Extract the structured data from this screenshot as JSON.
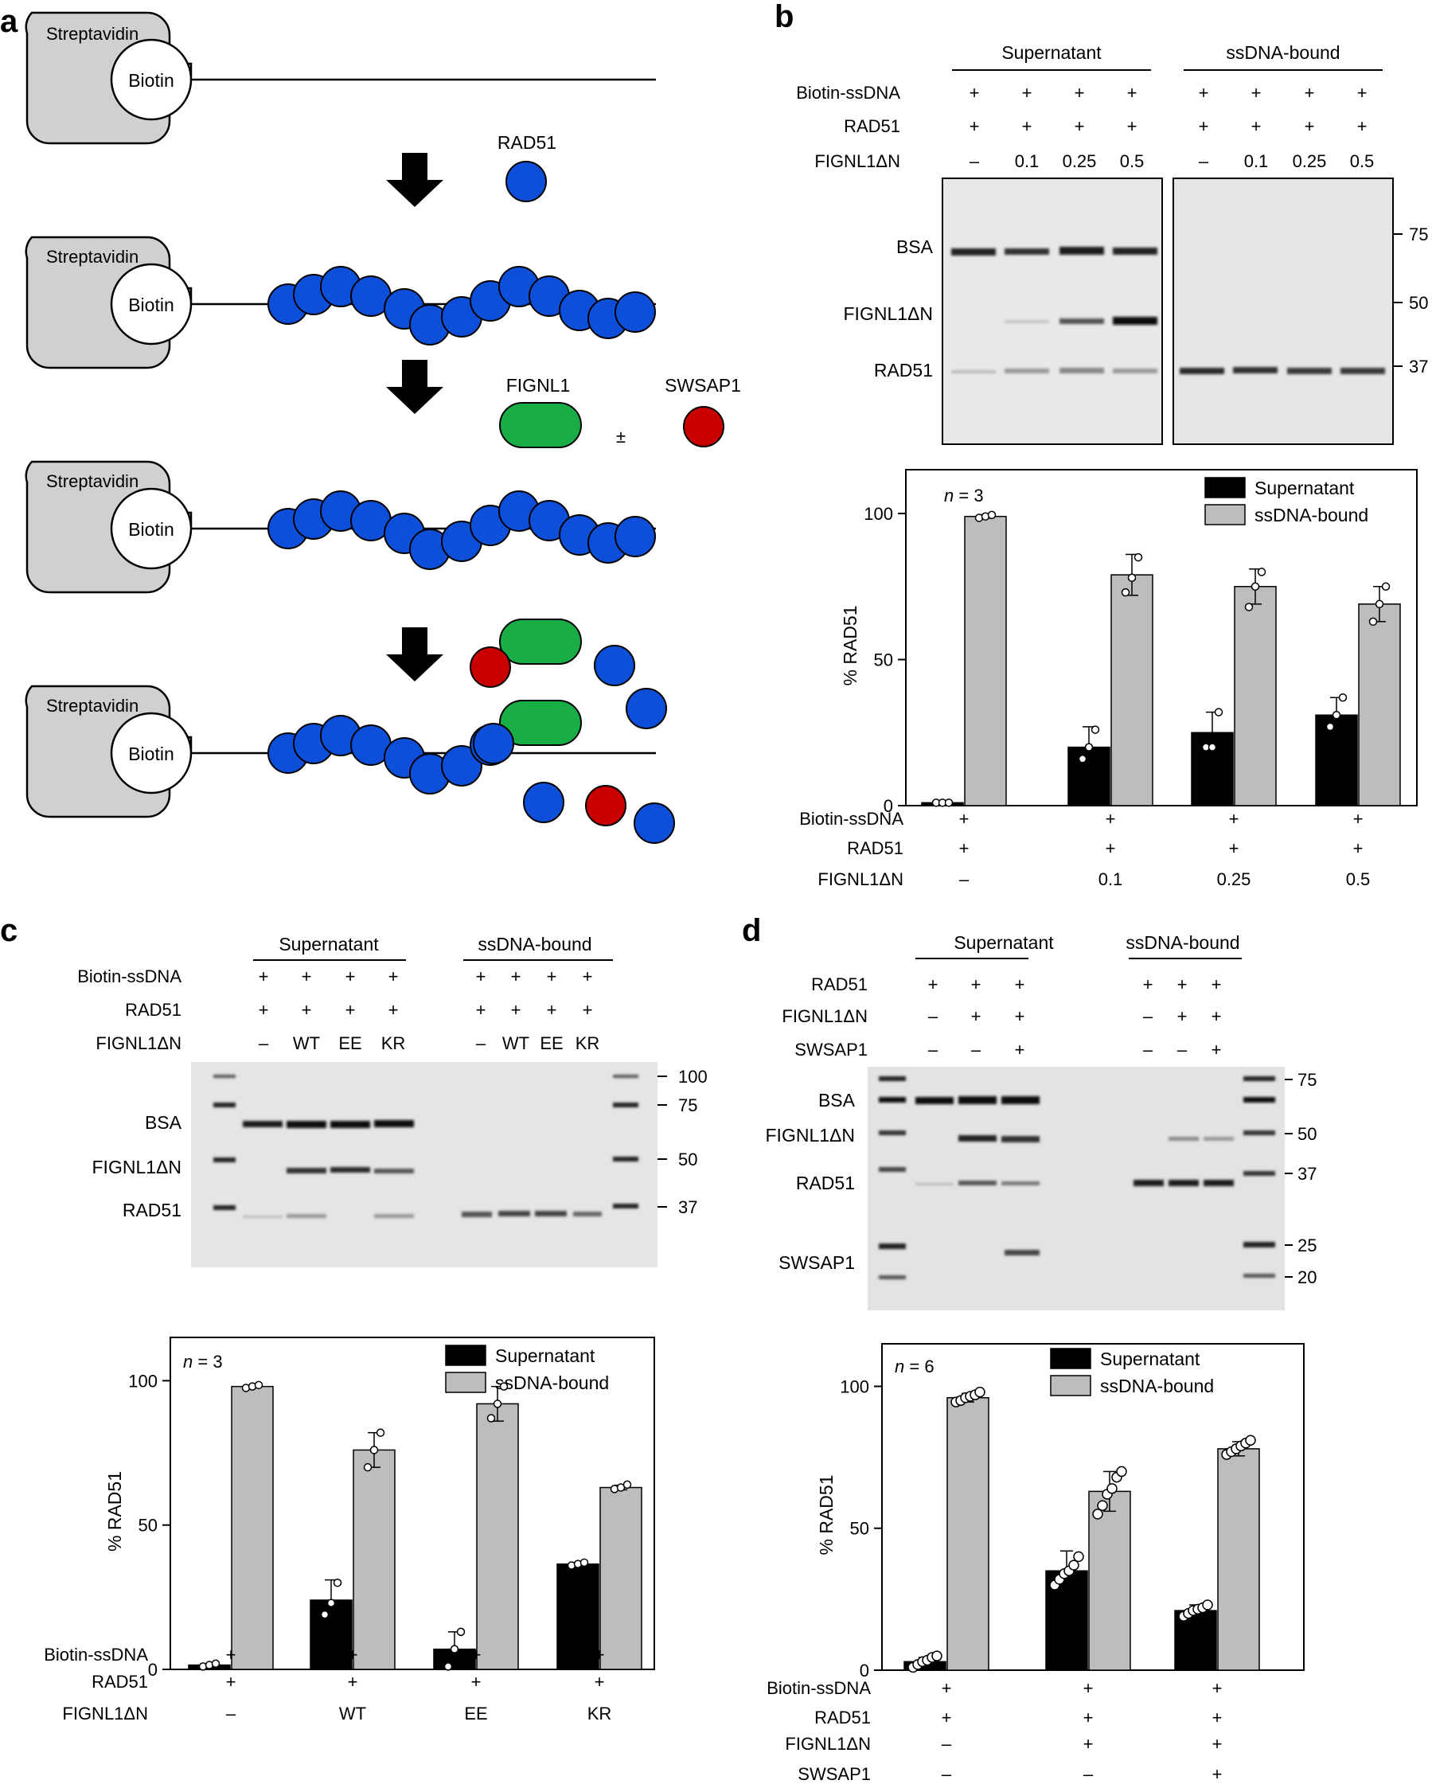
{
  "panel_labels": [
    "a",
    "b",
    "c",
    "d"
  ],
  "panel_a": {
    "streptavidin": "Streptavidin",
    "biotin": "Biotin",
    "rad51": "RAD51",
    "fignl1": "FIGNL1",
    "swsap1": "SWSAP1",
    "plusminus": "±"
  },
  "panel_b": {
    "gel": {
      "groups": [
        "Supernatant",
        "ssDNA-bound"
      ],
      "row_labels": [
        "Biotin-ssDNA",
        "RAD51",
        "FIGNL1ΔN"
      ],
      "rows": [
        [
          "+",
          "+",
          "+",
          "+",
          "+",
          "+",
          "+",
          "+"
        ],
        [
          "+",
          "+",
          "+",
          "+",
          "+",
          "+",
          "+",
          "+"
        ],
        [
          "–",
          "0.1",
          "0.25",
          "0.5",
          "–",
          "0.1",
          "0.25",
          "0.5"
        ]
      ],
      "band_labels": [
        "BSA",
        "FIGNL1ΔN",
        "RAD51"
      ],
      "mw_markers": [
        "75",
        "50",
        "37"
      ]
    }
  },
  "panel_c": {
    "gel": {
      "groups": [
        "Supernatant",
        "ssDNA-bound"
      ],
      "row_labels": [
        "Biotin-ssDNA",
        "RAD51",
        "FIGNL1ΔN"
      ],
      "rows": [
        [
          "+",
          "+",
          "+",
          "+",
          "+",
          "+",
          "+",
          "+"
        ],
        [
          "+",
          "+",
          "+",
          "+",
          "+",
          "+",
          "+",
          "+"
        ],
        [
          "–",
          "WT",
          "EE",
          "KR",
          "–",
          "WT",
          "EE",
          "KR"
        ]
      ],
      "band_labels": [
        "BSA",
        "FIGNL1ΔN",
        "RAD51"
      ],
      "mw_markers": [
        "100",
        "75",
        "50",
        "37"
      ]
    }
  },
  "panel_d": {
    "gel": {
      "groups": [
        "Supernatant",
        "ssDNA-bound"
      ],
      "row_labels": [
        "RAD51",
        "FIGNL1ΔN",
        "SWSAP1"
      ],
      "rows": [
        [
          "+",
          "+",
          "+",
          "+",
          "+",
          "+"
        ],
        [
          "–",
          "+",
          "+",
          "–",
          "+",
          "+"
        ],
        [
          "–",
          "–",
          "+",
          "–",
          "–",
          "+"
        ]
      ],
      "band_labels": [
        "BSA",
        "FIGNL1ΔN",
        "RAD51",
        "SWSAP1"
      ],
      "mw_markers": [
        "75",
        "50",
        "37",
        "25",
        "20"
      ]
    }
  },
  "chart_data": [
    {
      "id": "b",
      "type": "bar",
      "n_label": "n = 3",
      "ylabel": "% RAD51",
      "ylim": [
        0,
        115
      ],
      "yticks": [
        0,
        50,
        100
      ],
      "legend": "top-right",
      "condition_rows": [
        {
          "label": "Biotin-ssDNA",
          "values": [
            "+",
            "+",
            "+",
            "+"
          ]
        },
        {
          "label": "RAD51",
          "values": [
            "+",
            "+",
            "+",
            "+"
          ]
        },
        {
          "label": "FIGNL1ΔN",
          "values": [
            "–",
            "0.1",
            "0.25",
            "0.5"
          ]
        }
      ],
      "series": [
        {
          "name": "Supernatant",
          "color": "#000000",
          "values": [
            1,
            20,
            25,
            31
          ],
          "err": [
            0.5,
            7,
            7,
            6
          ],
          "points": [
            [
              1,
              1,
              1
            ],
            [
              16,
              20,
              26
            ],
            [
              20,
              20,
              32
            ],
            [
              27,
              31,
              37
            ]
          ]
        },
        {
          "name": "ssDNA-bound",
          "color": "#bdbdbd",
          "values": [
            99,
            79,
            75,
            69
          ],
          "err": [
            0.6,
            7,
            6,
            6
          ],
          "points": [
            [
              98.5,
              99,
              99.5
            ],
            [
              73,
              78,
              85
            ],
            [
              68,
              75,
              80
            ],
            [
              63,
              69,
              75
            ]
          ]
        }
      ]
    },
    {
      "id": "c",
      "type": "bar",
      "n_label": "n = 3",
      "ylabel": "% RAD51",
      "ylim": [
        0,
        115
      ],
      "yticks": [
        0,
        50,
        100
      ],
      "legend": "top-right",
      "condition_rows": [
        {
          "label": "Biotin-ssDNA",
          "values": [
            "+",
            "+",
            "+",
            "+"
          ]
        },
        {
          "label": "RAD51",
          "values": [
            "+",
            "+",
            "+",
            "+"
          ]
        },
        {
          "label": "FIGNL1ΔN",
          "values": [
            "–",
            "WT",
            "EE",
            "KR"
          ]
        }
      ],
      "series": [
        {
          "name": "Supernatant",
          "color": "#000000",
          "values": [
            1.5,
            24,
            7,
            36.5
          ],
          "err": [
            0.5,
            7,
            6,
            0.5
          ],
          "points": [
            [
              1,
              1.5,
              2
            ],
            [
              19,
              23,
              30
            ],
            [
              1,
              7,
              13
            ],
            [
              36,
              36.5,
              37
            ]
          ]
        },
        {
          "name": "ssDNA-bound",
          "color": "#bdbdbd",
          "values": [
            98,
            76,
            92,
            63
          ],
          "err": [
            0.5,
            6,
            6,
            0.8
          ],
          "points": [
            [
              97.5,
              98,
              98.5
            ],
            [
              70,
              76,
              82
            ],
            [
              87,
              92,
              98
            ],
            [
              62.5,
              63,
              64
            ]
          ]
        }
      ]
    },
    {
      "id": "d",
      "type": "bar",
      "n_label": "n = 6",
      "ylabel": "% RAD51",
      "ylim": [
        0,
        115
      ],
      "yticks": [
        0,
        50,
        100
      ],
      "legend": "top-right",
      "condition_rows": [
        {
          "label": "Biotin-ssDNA",
          "values": [
            "+",
            "+",
            "+"
          ]
        },
        {
          "label": "RAD51",
          "values": [
            "+",
            "+",
            "+"
          ]
        },
        {
          "label": "FIGNL1ΔN",
          "values": [
            "–",
            "+",
            "+"
          ]
        },
        {
          "label": "SWSAP1",
          "values": [
            "–",
            "–",
            "+"
          ]
        }
      ],
      "series": [
        {
          "name": "Supernatant",
          "color": "#000000",
          "values": [
            3,
            35,
            21
          ],
          "err": [
            1.5,
            7,
            2
          ],
          "points": [
            [
              1,
              2,
              3,
              3.5,
              4.5,
              5
            ],
            [
              30,
              32,
              34,
              35,
              37,
              40
            ],
            [
              19,
              20,
              21,
              21.5,
              22,
              23
            ]
          ]
        },
        {
          "name": "ssDNA-bound",
          "color": "#bdbdbd",
          "values": [
            96,
            63,
            78
          ],
          "err": [
            1.5,
            7,
            2.5
          ],
          "points": [
            [
              94.5,
              95,
              96,
              96.5,
              97,
              98
            ],
            [
              55,
              58,
              62,
              64,
              68,
              70
            ],
            [
              76,
              77,
              78,
              79,
              80,
              81
            ]
          ]
        }
      ]
    }
  ]
}
